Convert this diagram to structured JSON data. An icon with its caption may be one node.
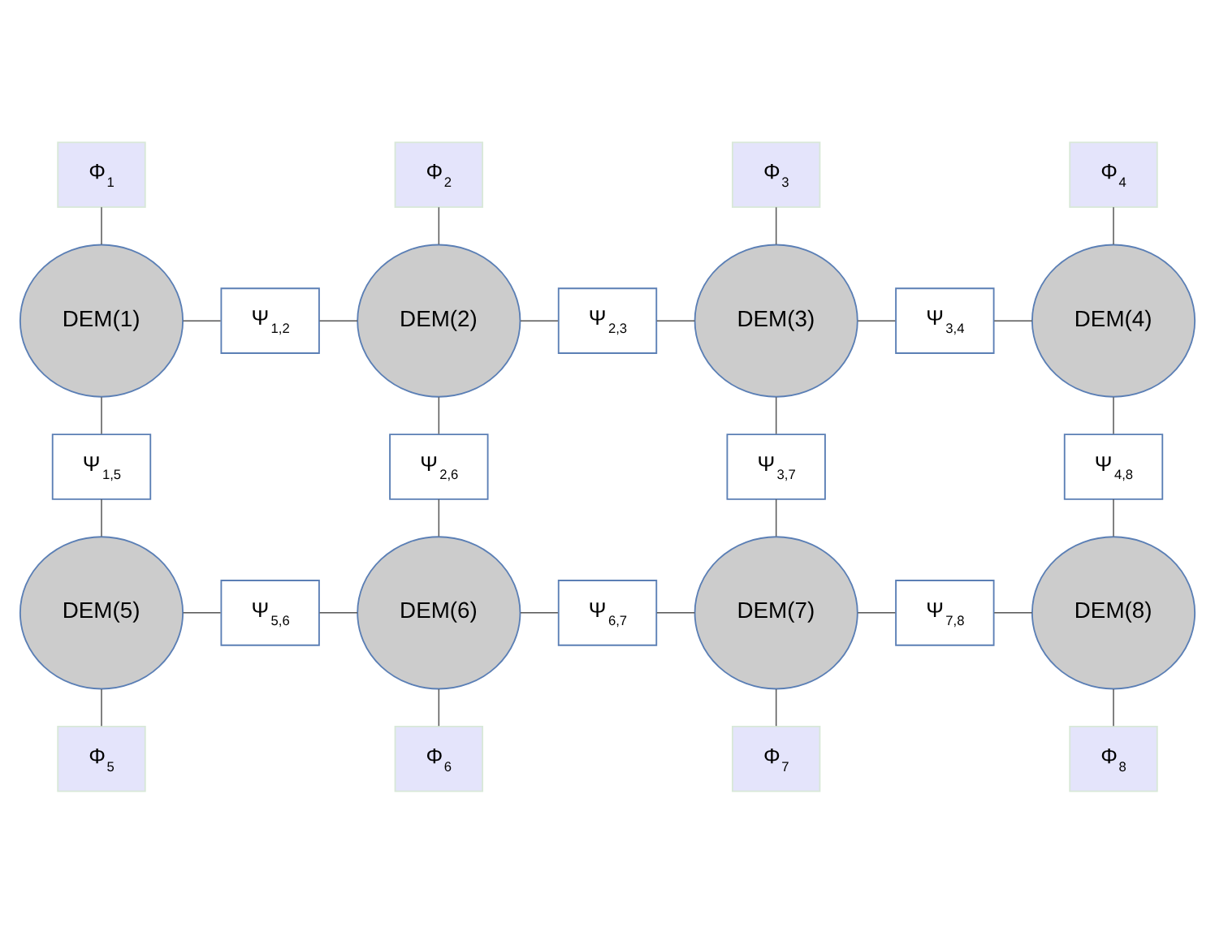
{
  "diagram": {
    "nodes": [
      {
        "text": [
          "Φ$_{1}$"
        ]
      },
      {
        "text": [
          "Φ$_{2}$"
        ]
      },
      {
        "text": [
          "Φ$_{3}$"
        ]
      },
      {
        "text": [
          "Φ$_{4}$"
        ]
      },
      {
        "text": [
          "DEM(1)"
        ]
      },
      {
        "text": [
          "Ψ$_{1,2}$"
        ]
      },
      {
        "text": [
          "DEM(2)"
        ]
      },
      {
        "text": [
          "Ψ$_{2,3}$"
        ]
      },
      {
        "text": [
          "DEM(3)"
        ]
      },
      {
        "text": [
          "Ψ$_{3,4}$"
        ]
      },
      {
        "text": [
          "DEM(4)"
        ]
      },
      {
        "text": [
          "Ψ$_{1,5}$"
        ]
      },
      {
        "text": [
          "Ψ$_{2,6}$"
        ]
      },
      {
        "text": [
          "Ψ$_{3,7}$"
        ]
      },
      {
        "text": [
          "Ψ$_{4,8}$"
        ]
      },
      {
        "text": [
          "DEM(5)"
        ]
      },
      {
        "text": [
          "Ψ$_{5,6}$"
        ]
      },
      {
        "text": [
          "DEM(6)"
        ]
      },
      {
        "text": [
          "Ψ$_{6,7}$"
        ]
      },
      {
        "text": [
          "DEM(7)"
        ]
      },
      {
        "text": [
          "Ψ$_{7,8}$"
        ]
      },
      {
        "text": [
          "DEM(8)"
        ]
      },
      {
        "text": [
          "Φ$_{5}$"
        ]
      },
      {
        "text": [
          "Φ$_{6}$"
        ]
      },
      {
        "text": [
          "Φ$_{7}$"
        ]
      },
      {
        "text": [
          "Φ$_{8}$"
        ]
      }
    ],
    "edges": [
      {
        "from": 0,
        "to": 4,
        "arrow": "none"
      },
      {
        "from": 1,
        "to": 6,
        "arrow": "none"
      },
      {
        "from": 2,
        "to": 8,
        "arrow": "none"
      },
      {
        "from": 3,
        "to": 10,
        "arrow": "none"
      },
      {
        "from": 4,
        "to": 5,
        "arrow": "none"
      },
      {
        "from": 5,
        "to": 6,
        "arrow": "none"
      },
      {
        "from": 6,
        "to": 7,
        "arrow": "none"
      },
      {
        "from": 7,
        "to": 8,
        "arrow": "none"
      },
      {
        "from": 8,
        "to": 9,
        "arrow": "none"
      },
      {
        "from": 9,
        "to": 10,
        "arrow": "none"
      },
      {
        "from": 4,
        "to": 11,
        "arrow": "none"
      },
      {
        "from": 11,
        "to": 15,
        "arrow": "none"
      },
      {
        "from": 6,
        "to": 12,
        "arrow": "none"
      },
      {
        "from": 12,
        "to": 17,
        "arrow": "none"
      },
      {
        "from": 8,
        "to": 13,
        "arrow": "none"
      },
      {
        "from": 13,
        "to": 19,
        "arrow": "none"
      },
      {
        "from": 10,
        "to": 14,
        "arrow": "none"
      },
      {
        "from": 14,
        "to": 21,
        "arrow": "none"
      },
      {
        "from": 15,
        "to": 16,
        "arrow": "none"
      },
      {
        "from": 16,
        "to": 17,
        "arrow": "none"
      },
      {
        "from": 17,
        "to": 18,
        "arrow": "none"
      },
      {
        "from": 18,
        "to": 19,
        "arrow": "none"
      },
      {
        "from": 19,
        "to": 20,
        "arrow": "none"
      },
      {
        "from": 20,
        "to": 21,
        "arrow": "none"
      },
      {
        "from": 15,
        "to": 22,
        "arrow": "none"
      },
      {
        "from": 17,
        "to": 23,
        "arrow": "none"
      },
      {
        "from": 19,
        "to": 24,
        "arrow": "none"
      },
      {
        "from": 21,
        "to": 25,
        "arrow": "none"
      }
    ]
  }
}
